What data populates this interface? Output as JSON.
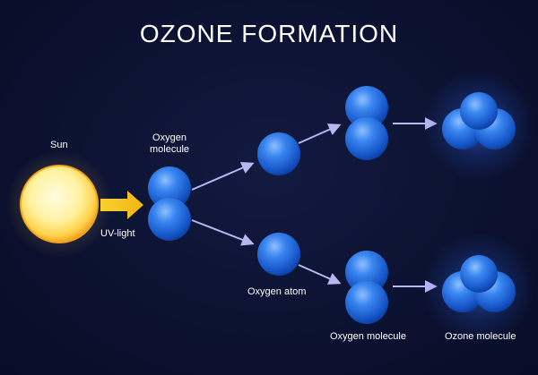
{
  "title": "OZONE FORMATION",
  "labels": {
    "sun": "Sun",
    "uv_light": "UV-light",
    "oxygen_molecule_input": "Oxygen\nmolecule",
    "oxygen_atom": "Oxygen atom",
    "oxygen_molecule_output": "Oxygen molecule",
    "ozone_molecule": "Ozone molecule"
  },
  "colors": {
    "background": "#0c1230",
    "atom_blue": "#1f6fe0",
    "arrow": "#b7b8f0",
    "sun_core": "#fff6c2",
    "sun_rim": "#f0a020",
    "uv_arrow": "#f5c41a"
  }
}
